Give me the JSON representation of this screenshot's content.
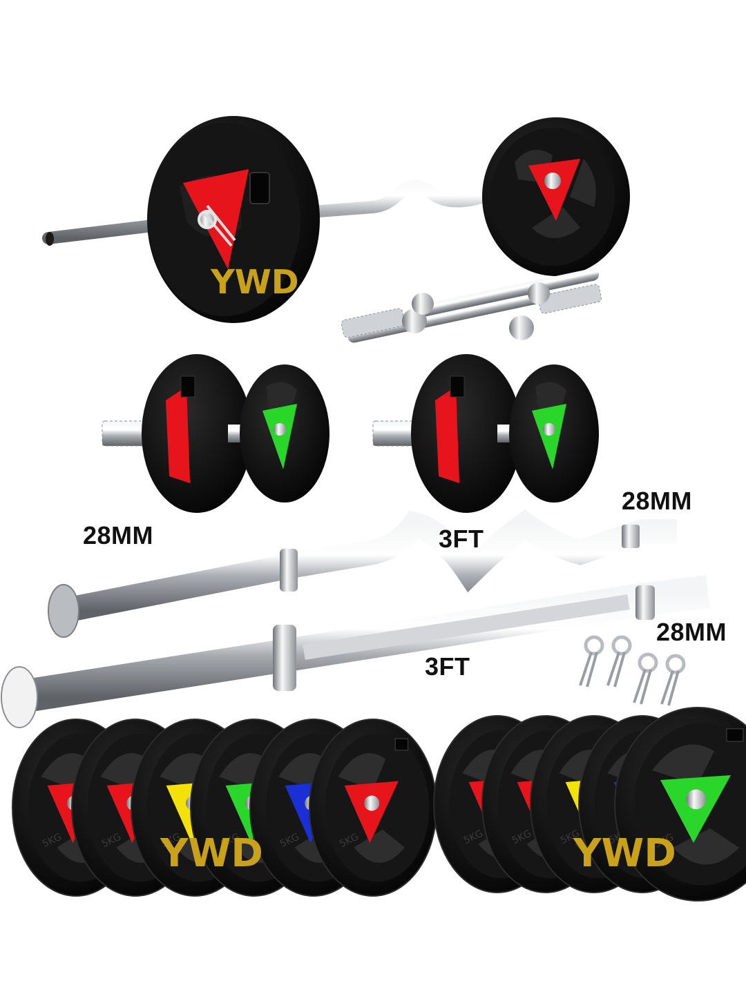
{
  "labels": {
    "curl_bar_left_diameter": "28MM",
    "curl_bar_length": "3FT",
    "curl_bar_right_diameter": "28MM",
    "straight_bar_length": "3FT",
    "straight_bar_diameter": "28MM"
  },
  "brand": {
    "logo": "YWD"
  },
  "plate_text": "5KG",
  "colors": {
    "plate_black": "#121212",
    "red": "#e8141b",
    "yellow": "#f2e20a",
    "green": "#2bd62b",
    "blue": "#1a2fd6",
    "chrome": "#c9ccd0",
    "logo_gold": "#c9a21a"
  },
  "bottom_plates": {
    "left_group": [
      "red",
      "red",
      "yellow",
      "green",
      "blue",
      "red"
    ],
    "right_group": [
      "red",
      "red",
      "yellow",
      "blue",
      "green"
    ]
  },
  "dumbbells": {
    "inner_plate": "red",
    "outer_plate": "green"
  },
  "icons": [
    "spring-collar-icon"
  ]
}
